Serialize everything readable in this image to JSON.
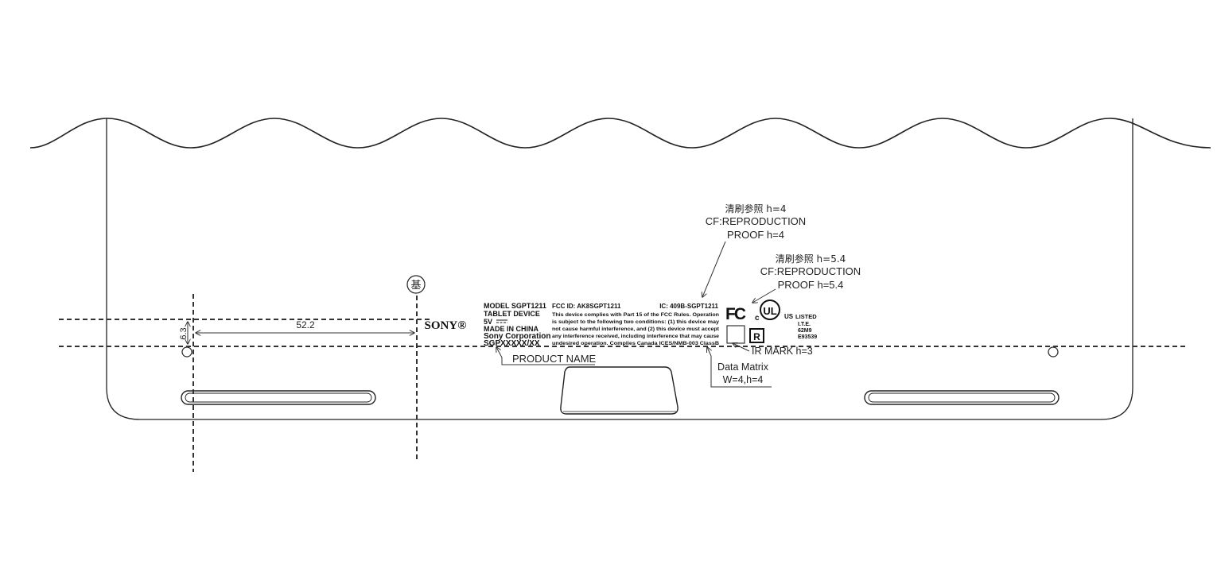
{
  "dimensions": {
    "horizontal_value": "52.2",
    "vertical_value": "6.3",
    "datum_symbol": "基"
  },
  "brand": {
    "logo_text": "SONY®"
  },
  "label_left": {
    "lines": [
      "MODEL  SGPT1211",
      "TABLET DEVICE",
      "5V",
      "MADE IN CHINA",
      "Sony Corporation",
      "SGPXXXXX/XX"
    ]
  },
  "label_fcc": {
    "fcc_id": "FCC ID: AK8SGPT1211",
    "ic": "IC: 409B-SGPT1211",
    "lines": [
      "This device complies with Part 15 of the FCC Rules. Operation",
      "is subject to the following two conditions: (1) this device may",
      "not cause harmful interference, and (2) this device must accept",
      "any interference received, including interference that may cause",
      "undesired operation.    Complies Canada ICES/NMB-003 ClassB"
    ]
  },
  "marks": {
    "fcc": "FC",
    "ul_c": "c",
    "ul_us": "US",
    "ul_listed": "LISTED",
    "ul_lines": [
      "I.T.E.",
      "62M9",
      "E93539"
    ],
    "ir_symbol": "R"
  },
  "callouts": {
    "reproduction_1": [
      "清刷参照    h=4",
      "CF:REPRODUCTION",
      "PROOF h=4"
    ],
    "reproduction_2": [
      "清刷参照    h=5.4",
      "CF:REPRODUCTION",
      "PROOF h=5.4"
    ],
    "product_name": "PRODUCT NAME",
    "data_matrix": [
      "Data Matrix",
      "W=4,h=4"
    ],
    "ir_mark": "IR MARK h=3"
  }
}
